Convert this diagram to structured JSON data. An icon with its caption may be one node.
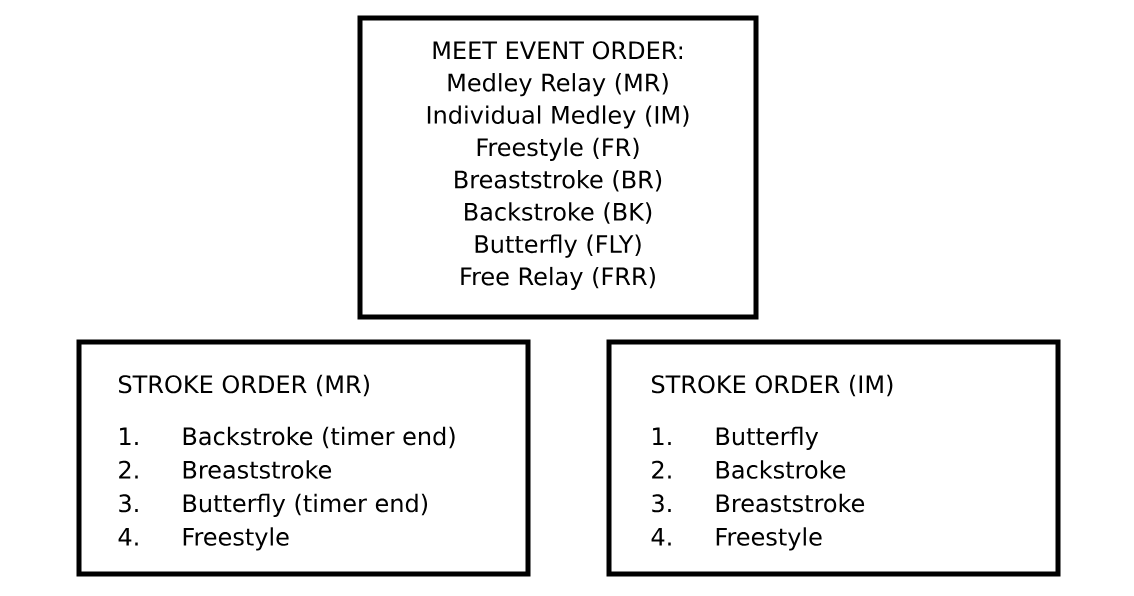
{
  "diagram": {
    "nodes": [
      {
        "text": [
          "MEET EVENT ORDER:",
          "Medley Relay (MR)",
          "Individual Medley (IM)",
          "Freestyle (FR)",
          "Breaststroke (BR)",
          "Backstroke (BK)",
          "Butterfly (FLY)",
          "Free Relay (FRR)"
        ]
      },
      {
        "text": [
          "STROKE ORDER (MR)",
          "1.",
          "Backstroke (timer end)",
          "2.",
          "Breaststroke",
          "3.",
          "Butterfly (timer end)",
          "4.",
          "Freestyle"
        ]
      },
      {
        "text": [
          "STROKE ORDER (IM)",
          "1.",
          "Butterfly",
          "2.",
          "Backstroke",
          "3.",
          "Breaststroke",
          "4.",
          "Freestyle"
        ]
      }
    ]
  }
}
